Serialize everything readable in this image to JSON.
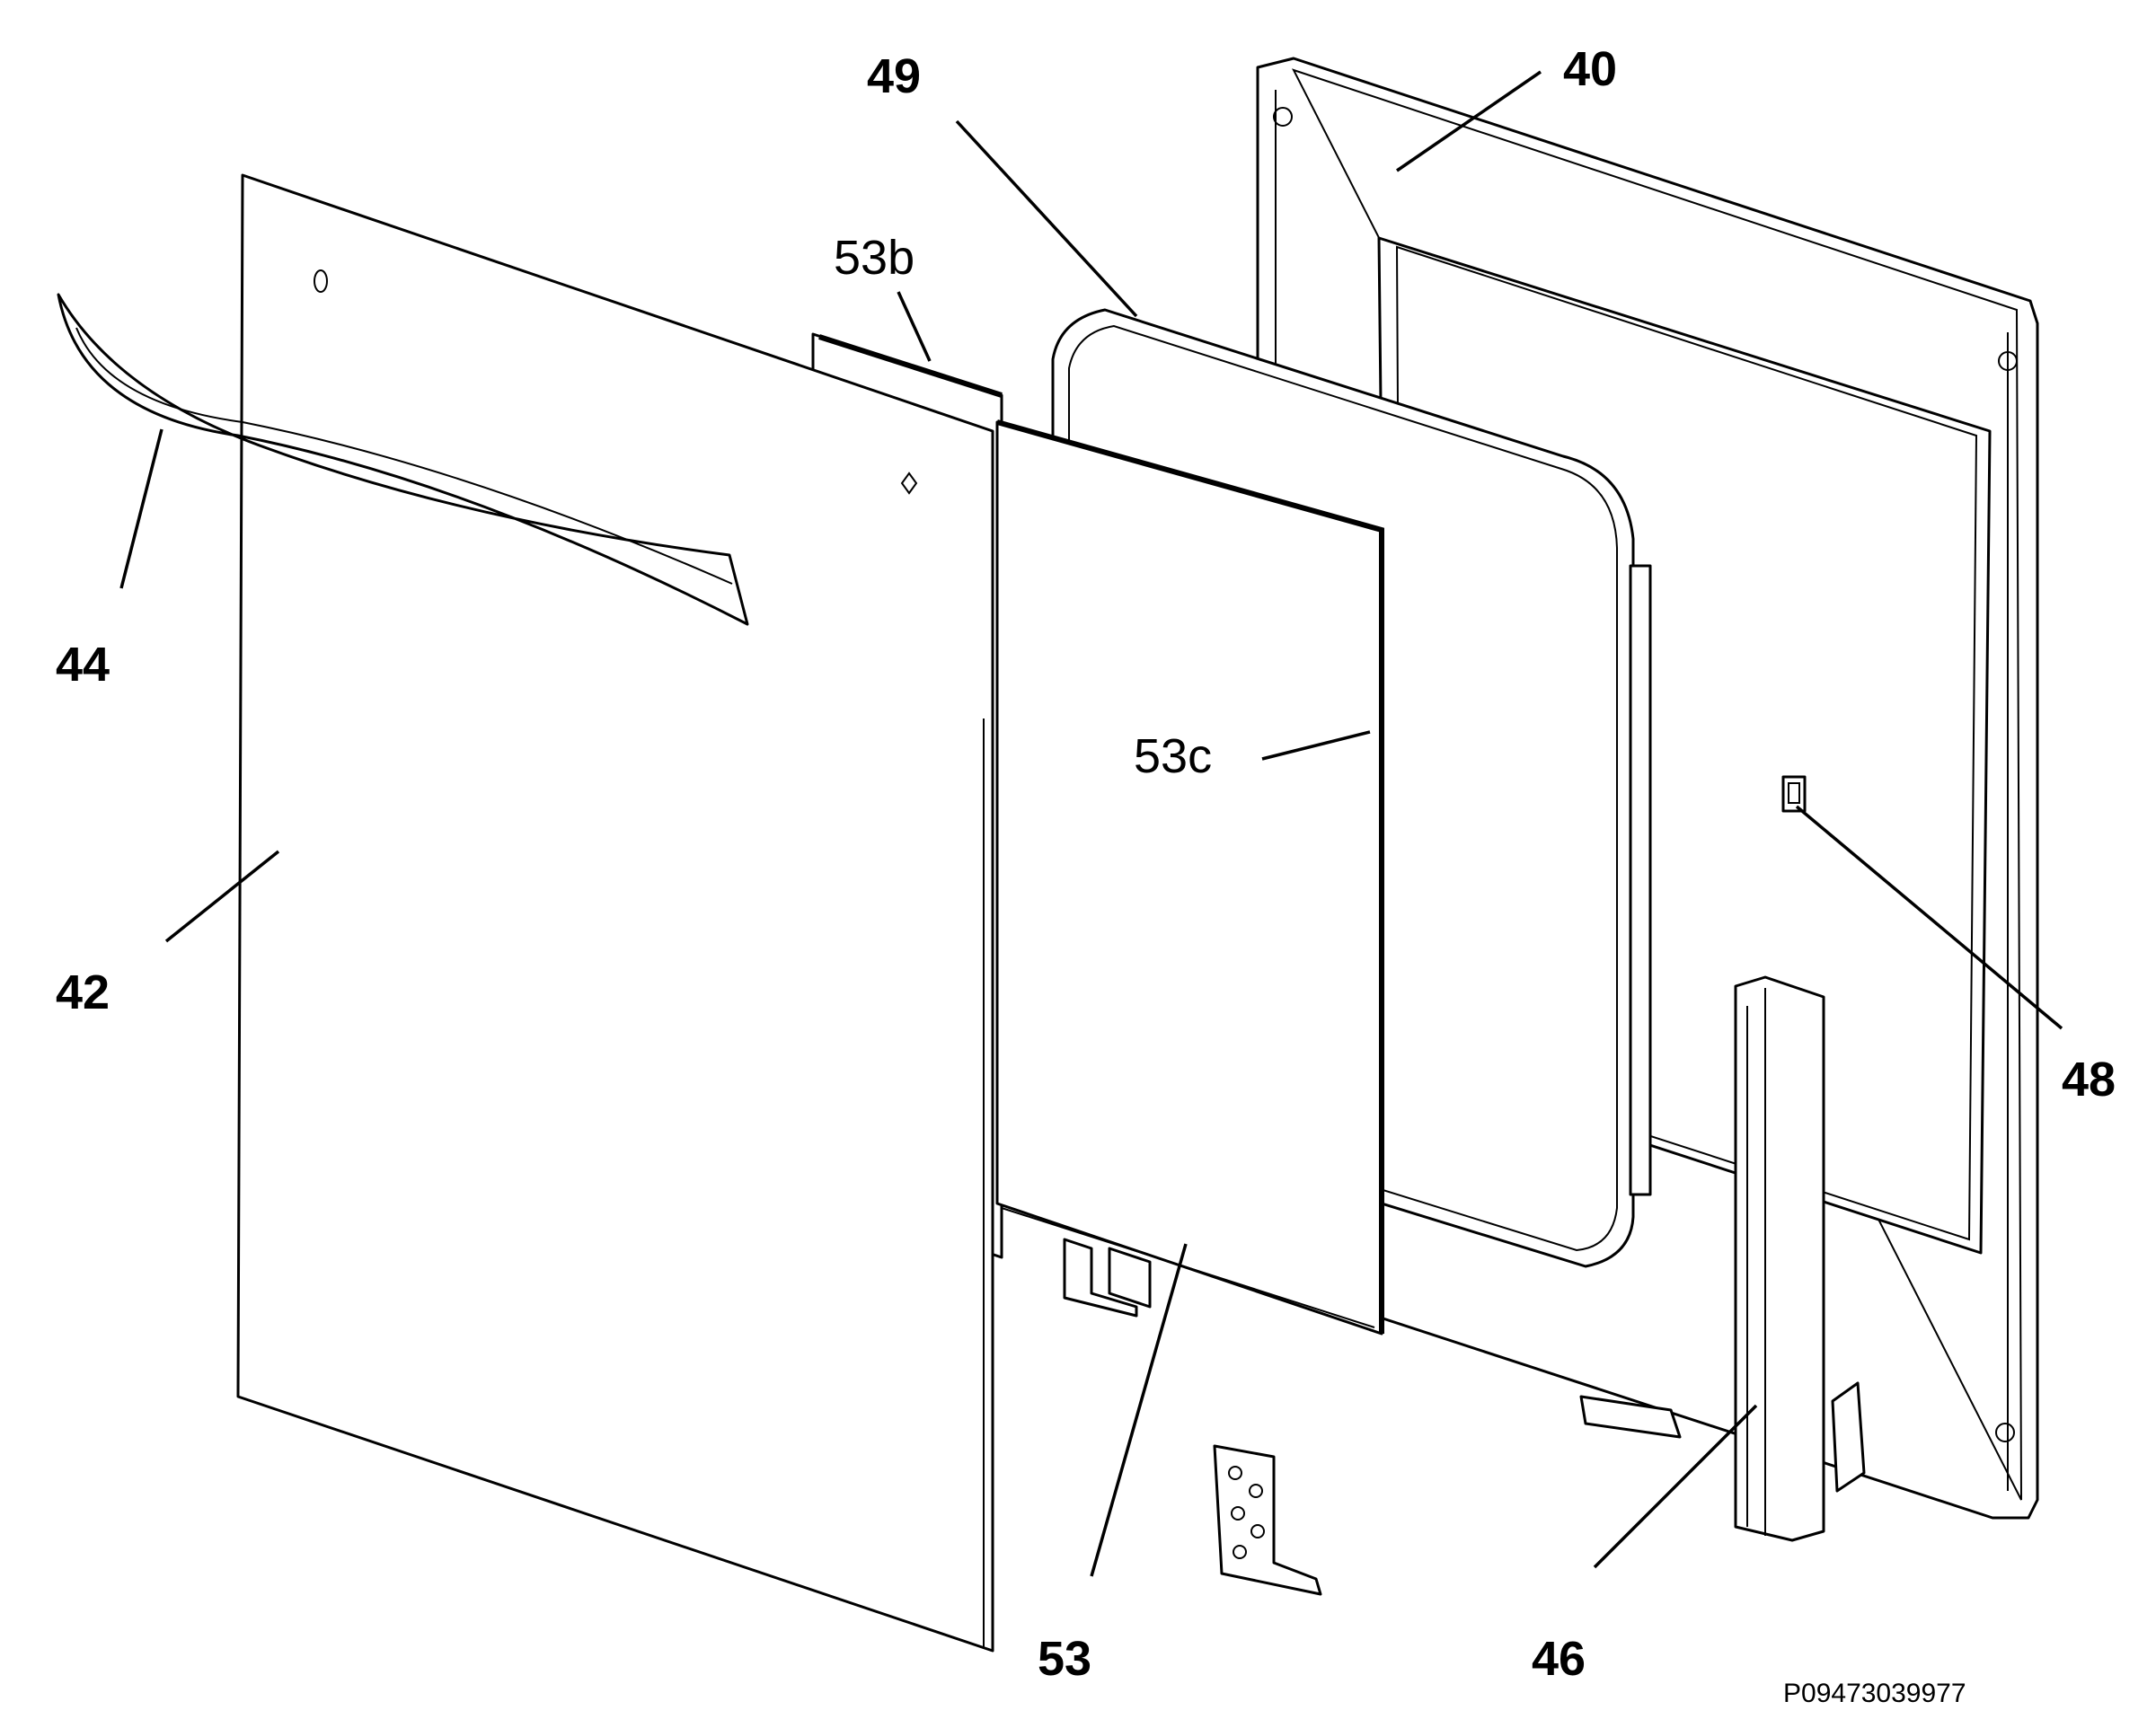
{
  "diagram": {
    "callouts": {
      "c40": "40",
      "c49": "49",
      "c53b": "53b",
      "c44": "44",
      "c53c": "53c",
      "c42": "42",
      "c48": "48",
      "c53": "53",
      "c46": "46"
    },
    "document_id": "P09473039977"
  }
}
